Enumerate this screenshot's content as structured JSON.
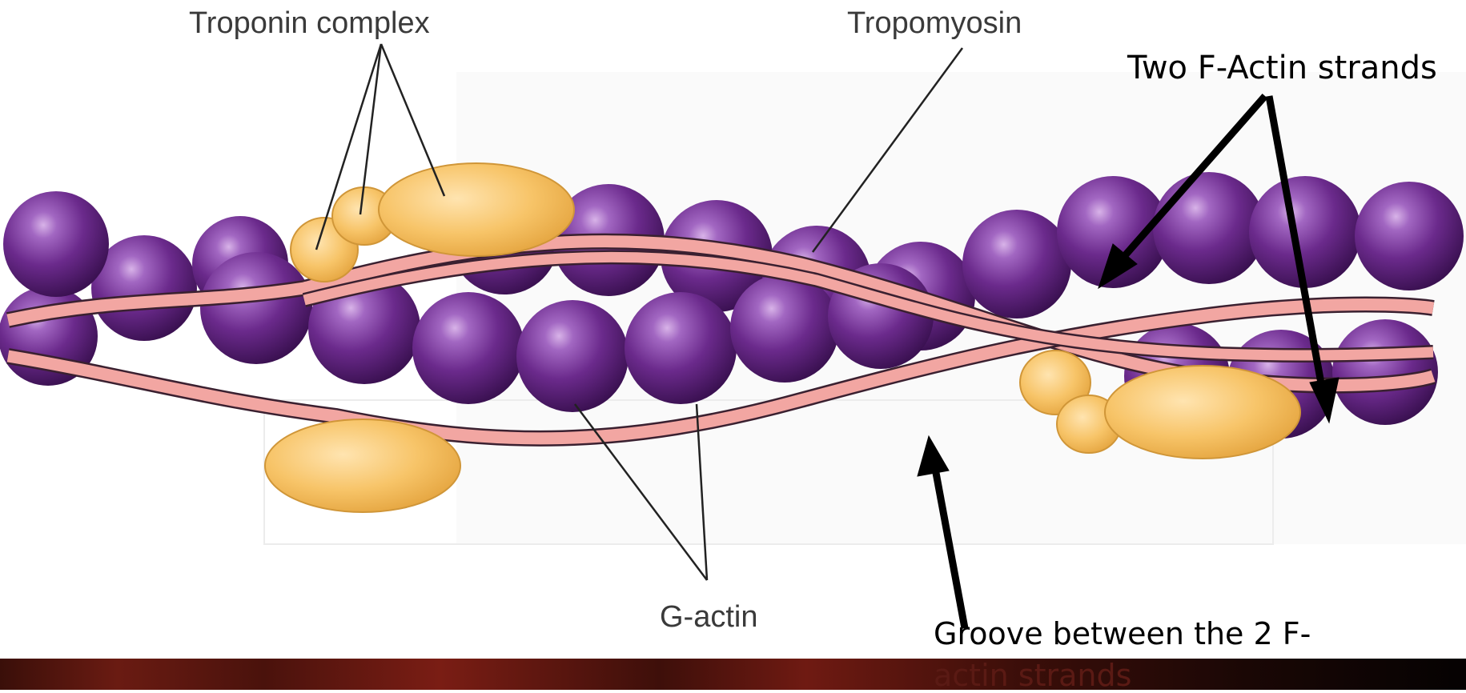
{
  "labels": {
    "troponin": "Troponin complex",
    "tropomyosin": "Tropomyosin",
    "two_strands": "Two F-Actin strands",
    "g_actin": "G-actin",
    "groove_line1": "Groove between the 2 F-",
    "groove_line2": "actin strands"
  },
  "colors": {
    "actin_purple": "#6b2a8c",
    "tropomyosin_pink": "#f2a6a2",
    "troponin_yellow": "#f6c063",
    "bottom_band": "#5a1a14"
  }
}
